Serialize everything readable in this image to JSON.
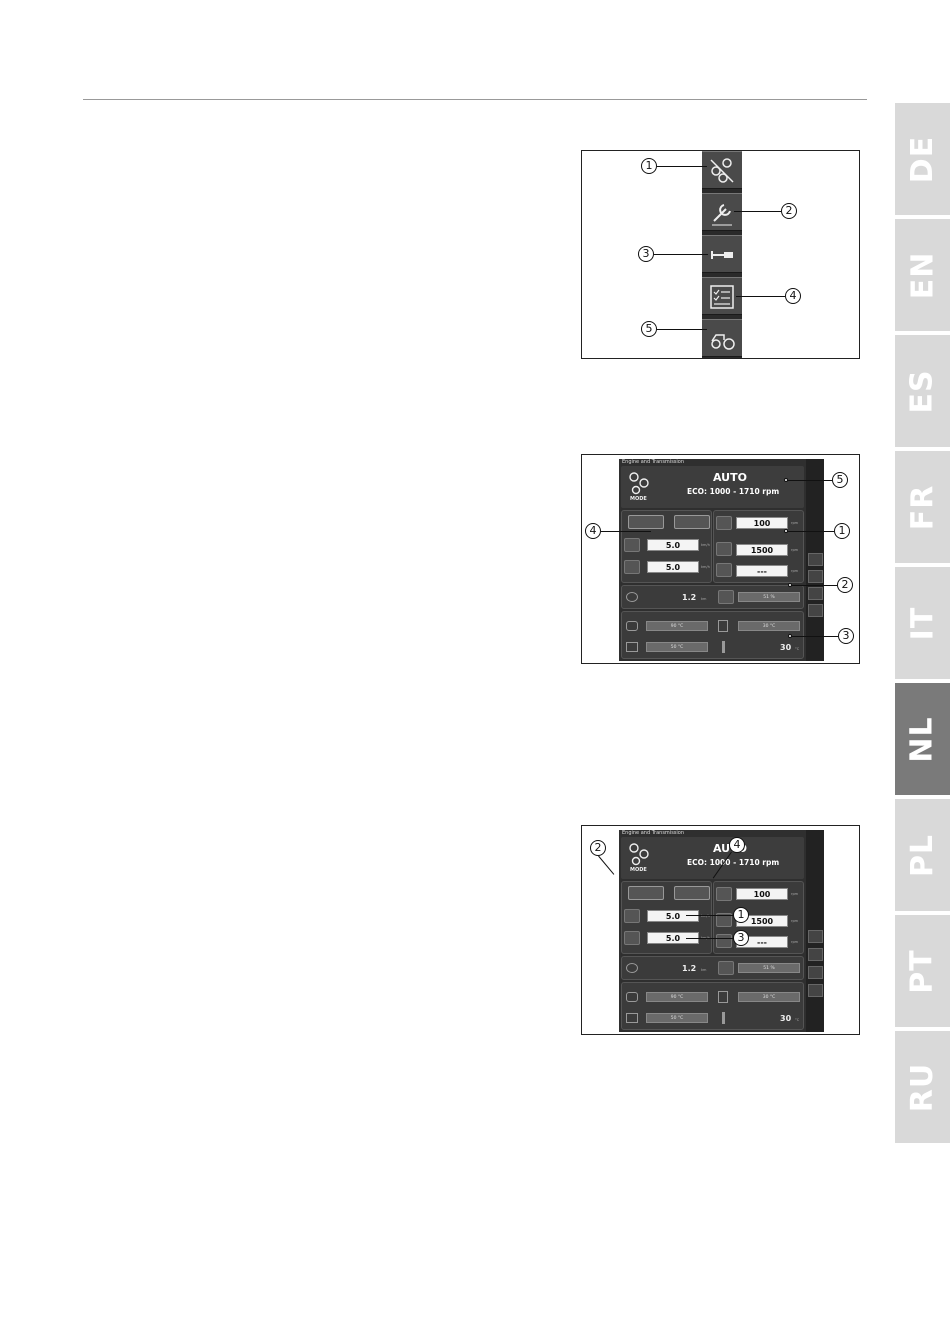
{
  "language_tabs": [
    {
      "label": "DE",
      "active": false
    },
    {
      "label": "EN",
      "active": false
    },
    {
      "label": "ES",
      "active": false
    },
    {
      "label": "FR",
      "active": false
    },
    {
      "label": "IT",
      "active": false
    },
    {
      "label": "NL",
      "active": true
    },
    {
      "label": "PL",
      "active": false
    },
    {
      "label": "PT",
      "active": false
    },
    {
      "label": "RU",
      "active": false
    }
  ],
  "colors": {
    "tab_inactive": "#d9d9d9",
    "tab_active": "#7a7a7a",
    "screen_bg": "#2f2f2f"
  },
  "figure1": {
    "callouts": [
      "1",
      "2",
      "3",
      "4",
      "5"
    ],
    "icons": [
      "engine-transmission-icon",
      "wrench-icon",
      "implement-hitch-icon",
      "checklist-icon",
      "tractor-icon"
    ]
  },
  "screen": {
    "title": "Engine and Transmission",
    "mode_label": "MODE",
    "mode_value": "AUTO",
    "eco": "ECO: 1000 - 1710 rpm",
    "speed1": "5.0",
    "speed2": "5.0",
    "speed_unit": "km/h",
    "rpm1": "100",
    "rpm2": "1500",
    "rpm3": "---",
    "rpm_unit": "rpm",
    "slip_value": "1.2",
    "slip_unit": "km",
    "load_value": "51 %",
    "temp1": "90 °C",
    "temp2": "50 °C",
    "temp3": "30 °C",
    "outside_temp": "30",
    "outside_unit": "°C"
  },
  "figure2": {
    "callouts": [
      "1",
      "2",
      "3",
      "4",
      "5"
    ]
  },
  "figure3": {
    "callouts": [
      "1",
      "2",
      "3",
      "4"
    ]
  }
}
